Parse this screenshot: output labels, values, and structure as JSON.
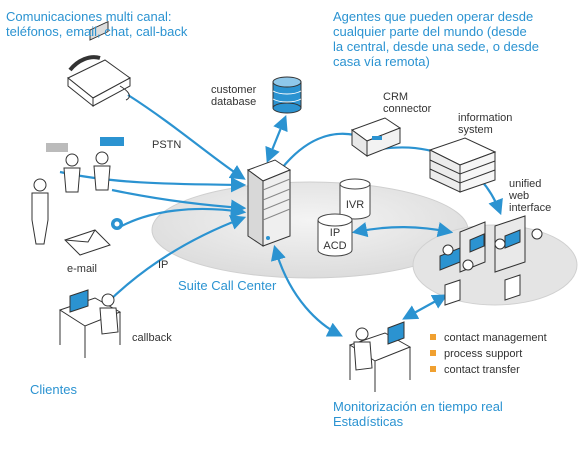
{
  "texts": {
    "multichannel": "Comunicaciones multi canal:\nteléfonos, email, chat, call-back",
    "agents": "Agentes que pueden operar desde\ncualquier parte del mundo (desde\nla central, desde una sede, o desde\ncasa vía remota)",
    "customer_db": "customer\ndatabase",
    "crm": "CRM\nconnector",
    "info_system": "information\nsystem",
    "unified": "unified\nweb\ninterface",
    "pstn": "PSTN",
    "email": "e-mail",
    "ip": "IP",
    "callback": "callback",
    "ivr": "IVR",
    "ip_acd": "IP\nACD",
    "suite": "Suite Call Center",
    "clientes": "Clientes",
    "monitor": "Monitorización en tiempo real\nEstadísticas"
  },
  "features": [
    "contact management",
    "process support",
    "contact transfer"
  ],
  "colors": {
    "accent": "#2b93d1",
    "bullet": "#f0a030",
    "text": "#333333"
  }
}
